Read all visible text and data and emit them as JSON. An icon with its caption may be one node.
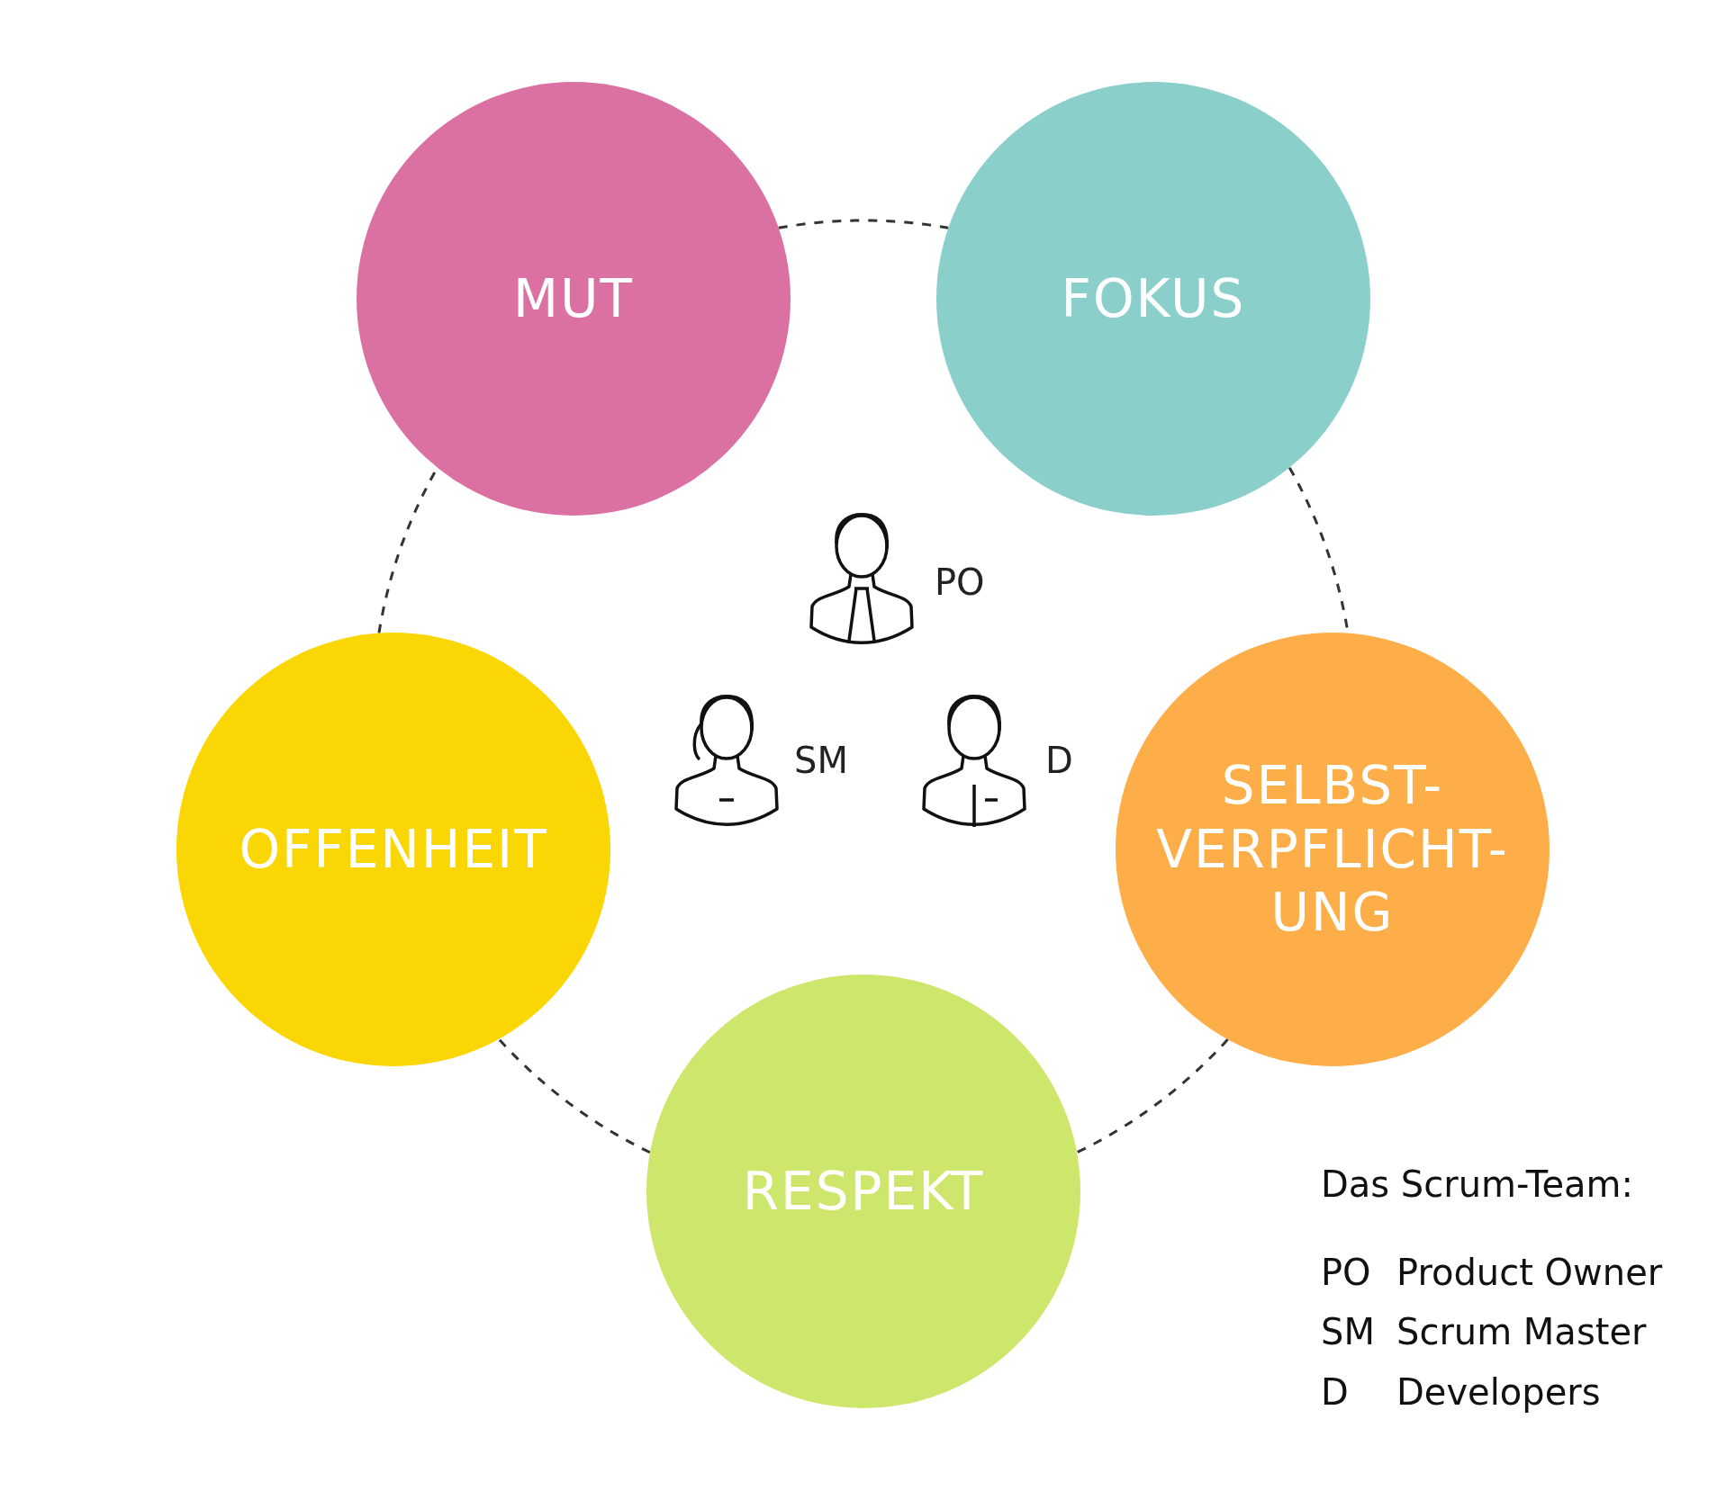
{
  "diagram": {
    "nodes": [
      {
        "text": [
          "MUT"
        ]
      },
      {
        "text": [
          "FOKUS"
        ]
      },
      {
        "text": [
          "OFFENHEIT"
        ]
      },
      {
        "text": [
          "SELBST- VERPFLICHT- UNG"
        ]
      },
      {
        "text": [
          "RESPEKT"
        ]
      }
    ],
    "edges": [
      {
        "from": 0,
        "to": 1,
        "arrow": "none",
        "style": "dashed"
      },
      {
        "from": 1,
        "to": 3,
        "arrow": "none",
        "style": "dashed"
      },
      {
        "from": 3,
        "to": 4,
        "arrow": "none",
        "style": "dashed"
      },
      {
        "from": 4,
        "to": 2,
        "arrow": "none",
        "style": "dashed"
      },
      {
        "from": 2,
        "to": 0,
        "arrow": "none",
        "style": "dashed"
      }
    ],
    "labels": [
      "PO",
      "SM",
      "D",
      "Das Scrum-Team:",
      "PO",
      "Product Owner",
      "SM",
      "Scrum Master",
      "D",
      "Developers"
    ]
  }
}
